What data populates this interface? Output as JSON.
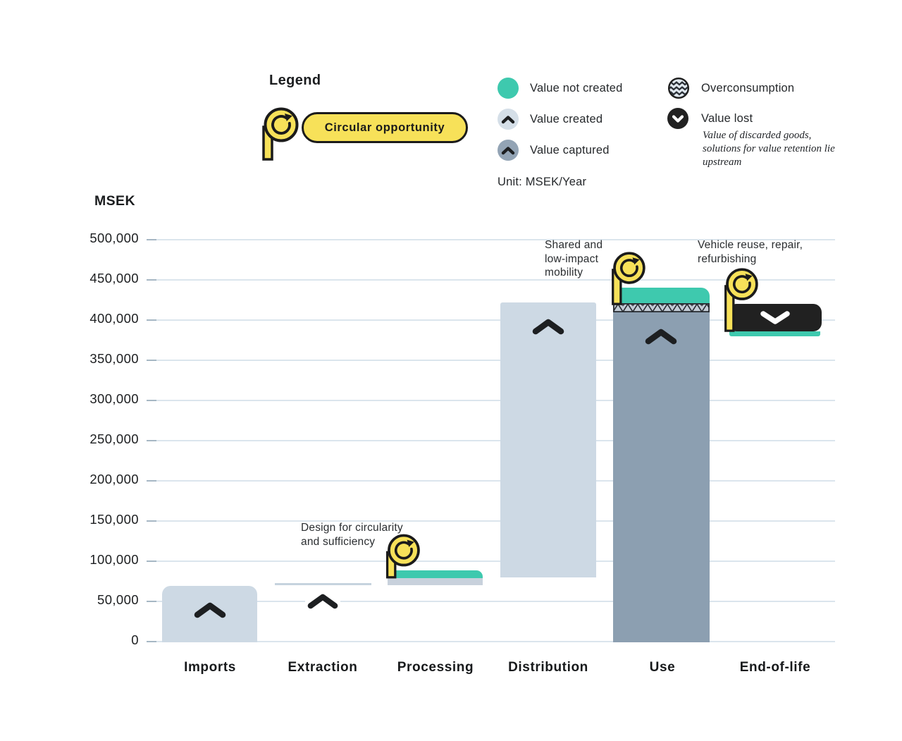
{
  "legend": {
    "title": "Legend",
    "circular_opportunity_label": "Circular opportunity",
    "items": [
      {
        "label": "Value not created",
        "color": "#3EC9AE",
        "icon": "teal-circle"
      },
      {
        "label": "Value created",
        "color": "#D5DFE8",
        "icon": "light-circle-chevron-up"
      },
      {
        "label": "Value captured",
        "color": "#93A4B5",
        "icon": "slate-circle-chevron-up"
      },
      {
        "label": "Overconsumption",
        "color": "#DFE7EE",
        "icon": "zigzag-pattern-circle"
      },
      {
        "label": "Value lost",
        "color": "#212121",
        "icon": "black-circle-chevron-down",
        "note": "Value of discarded goods, solutions for value retention lie upstream"
      }
    ],
    "unit_label": "Unit: MSEK/Year"
  },
  "colors": {
    "teal_value_not_created": "#3EC9AE",
    "light_value_created": "#CDD9E4",
    "slate_value_captured": "#8C9FB1",
    "black_value_lost": "#212121",
    "yellow_opportunity": "#F7E159",
    "gridline": "#DBE5ED"
  },
  "chart_data": {
    "type": "bar",
    "subtype": "waterfall-value-chain",
    "unit": "MSEK/Year",
    "y_axis_label": "MSEK",
    "ylim": [
      0,
      500000
    ],
    "ytick_step": 50000,
    "grid": true,
    "y_tick_labels": [
      "500,000",
      "450,000",
      "400,000",
      "350,000",
      "300,000",
      "250,000",
      "200,000",
      "150,000",
      "100,000",
      "50,000",
      "0"
    ],
    "categories": [
      "Imports",
      "Extraction",
      "Processing",
      "Distribution",
      "Use",
      "End-of-life"
    ],
    "segments": [
      {
        "category": "Imports",
        "kind": "value_created",
        "from": 0,
        "to": 70000
      },
      {
        "category": "Extraction",
        "kind": "value_created",
        "from": 70000,
        "to": 72000
      },
      {
        "category": "Processing",
        "kind": "value_created",
        "from": 72000,
        "to": 80000
      },
      {
        "category": "Processing",
        "kind": "value_not_created",
        "from": 80000,
        "to": 88000
      },
      {
        "category": "Distribution",
        "kind": "value_created",
        "from": 80000,
        "to": 421000
      },
      {
        "category": "Use",
        "kind": "value_captured",
        "from": 0,
        "to": 410000
      },
      {
        "category": "Use",
        "kind": "overconsumption",
        "from": 410000,
        "to": 421000
      },
      {
        "category": "Use",
        "kind": "value_not_created",
        "from": 421000,
        "to": 440000
      },
      {
        "category": "End-of-life",
        "kind": "value_lost",
        "from": 421000,
        "to": 386000
      },
      {
        "category": "End-of-life",
        "kind": "value_not_created",
        "from": 386000,
        "to": 381000
      }
    ],
    "annotations": [
      {
        "target": "Processing",
        "text": "Design for circularity and sufficiency"
      },
      {
        "target": "Use",
        "text": "Shared and low-impact mobility"
      },
      {
        "target": "End-of-life",
        "text": "Vehicle reuse, repair, refurbishing"
      }
    ]
  }
}
